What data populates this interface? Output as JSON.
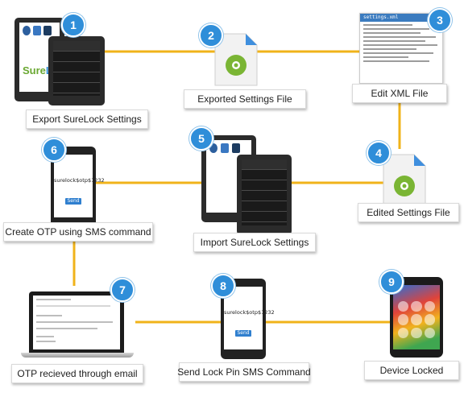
{
  "steps": [
    {
      "number": "1",
      "label": "Export SureLock Settings"
    },
    {
      "number": "2",
      "label": "Exported Settings File"
    },
    {
      "number": "3",
      "label": "Edit XML File"
    },
    {
      "number": "4",
      "label": "Edited Settings File"
    },
    {
      "number": "5",
      "label": "Import SureLock Settings"
    },
    {
      "number": "6",
      "label": "Create OTP using SMS command"
    },
    {
      "number": "7",
      "label": "OTP recieved through email"
    },
    {
      "number": "8",
      "label": "Send Lock Pin SMS Command"
    },
    {
      "number": "9",
      "label": "Device Locked"
    }
  ],
  "xml_file": {
    "title": "settings.xml"
  },
  "sms_screens": {
    "step6": {
      "command": "surelock$otp$1232",
      "button": "Send"
    },
    "step8": {
      "command": "surelock$otp$1232",
      "button": "Send"
    }
  },
  "colors": {
    "connector": "#f0b31a",
    "badge": "#2f8ed9",
    "gear": "#7ab534"
  }
}
